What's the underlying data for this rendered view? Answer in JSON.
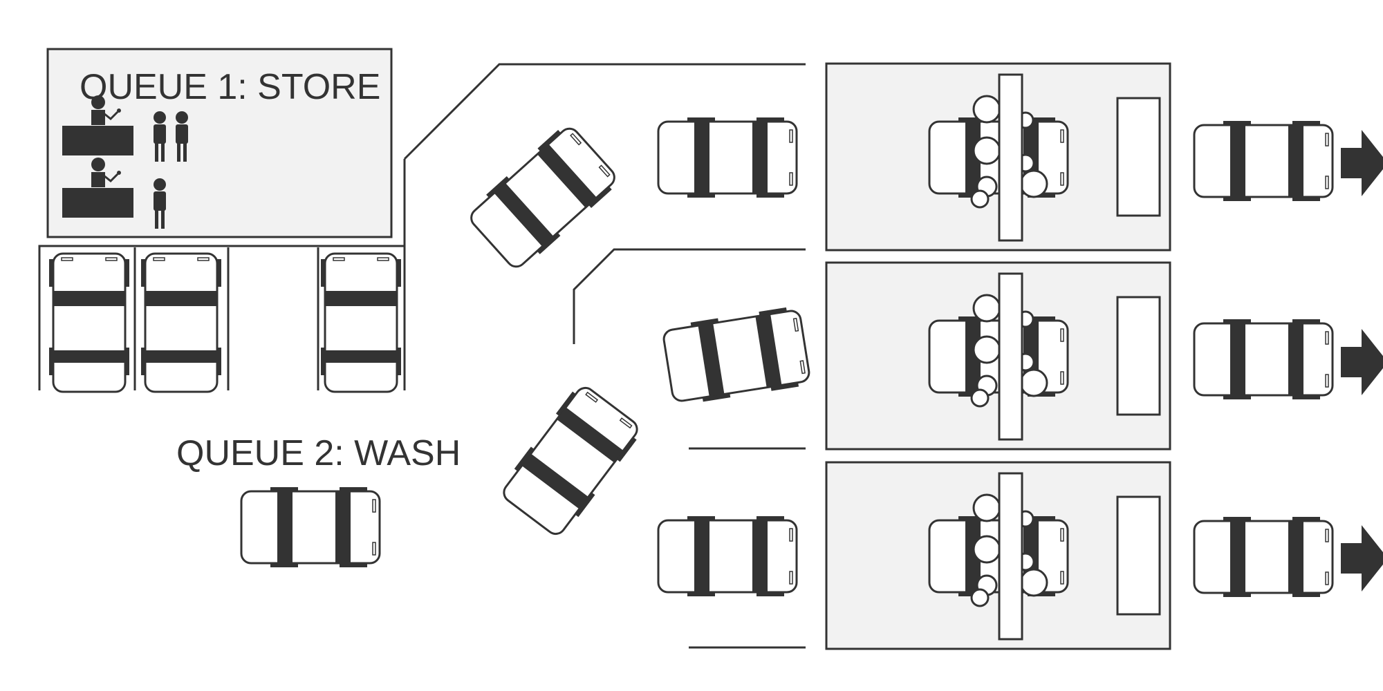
{
  "labels": {
    "store_title": "QUEUE 1: STORE",
    "wash_title": "QUEUE 2: WASH"
  },
  "colors": {
    "stroke": "#333333",
    "fill_light": "#f2f2f2",
    "fill_white": "#ffffff",
    "dark": "#333333"
  },
  "icons": {
    "car": "car-icon",
    "person": "person-icon",
    "cashier": "cashier-icon",
    "arrow": "exit-arrow-icon",
    "brush": "wash-brush-icon",
    "dryer": "dryer-icon"
  },
  "counts": {
    "wash_bays": 3,
    "parking_spaces": 4,
    "cars_in_parking": 3,
    "customers_at_counter_1": 2,
    "customers_at_counter_2": 1
  }
}
